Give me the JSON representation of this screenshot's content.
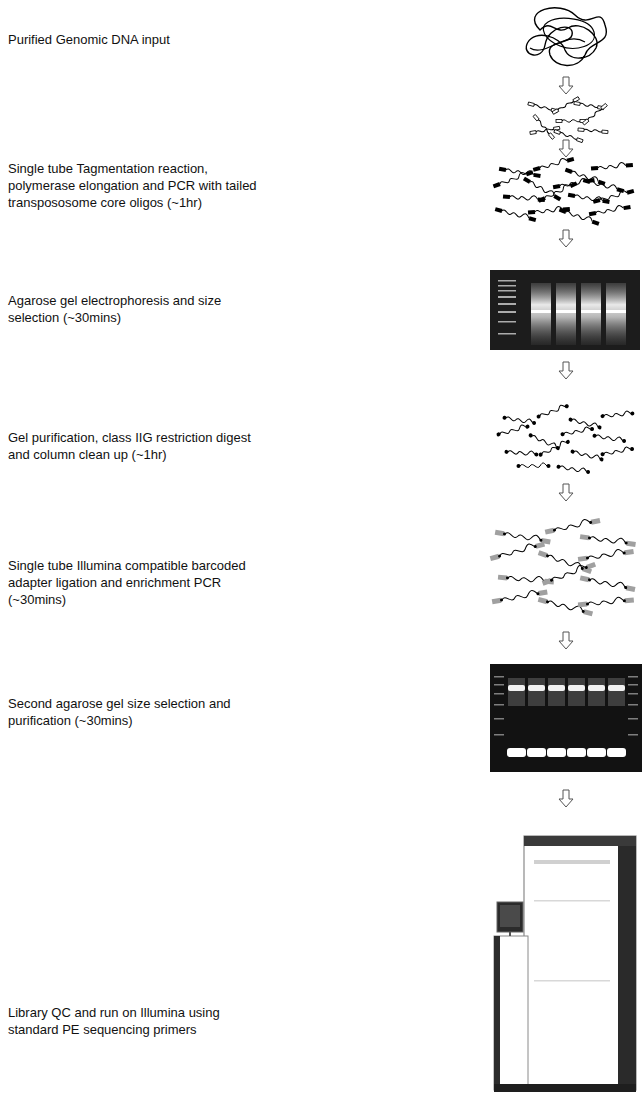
{
  "diagram": {
    "labels": [
      "Purified Genomic DNA input",
      "Single tube Tagmentation reaction, polymerase elongation and PCR with tailed transpososome core oligos (~1hr)",
      "Agarose gel electrophoresis and size selection (~30mins)",
      "Gel purification, class IIG restriction digest and column clean up (~1hr)",
      "Single tube Illumina compatible barcoded adapter ligation and enrichment PCR (~30mins)",
      "Second agarose gel size selection and purification (~30mins)",
      "Library QC and run on Illumina using standard PE sequencing primers"
    ]
  }
}
